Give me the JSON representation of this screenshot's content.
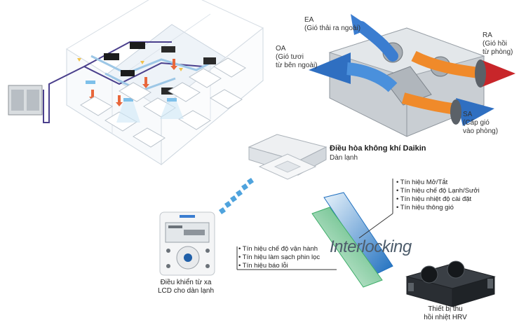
{
  "hrv_top": {
    "ea_code": "EA",
    "ea_desc": "(Gió thải ra ngoài)",
    "oa_code": "OA",
    "oa_desc_1": "(Gió tươi",
    "oa_desc_2": "từ bên ngoài)",
    "ra_code": "RA",
    "ra_desc_1": "(Gió hồi",
    "ra_desc_2": "từ phòng)",
    "sa_code": "SA",
    "sa_desc_1": "(Cấp gió",
    "sa_desc_2": "vào phòng)"
  },
  "indoor_unit": {
    "title": "Điều hòa không khí Daikin",
    "subtitle": "Dàn lạnh"
  },
  "signals_to_hrv": [
    "Tín hiệu Mở/Tắt",
    "Tín hiệu chế độ Lạnh/Sưởi",
    "Tín hiệu nhiệt độ cài đặt",
    "Tín hiệu thông gió"
  ],
  "signals_from_hrv": [
    "Tín hiệu chế độ vận hành",
    "Tín hiệu làm sạch phin lọc",
    "Tín hiệu báo lỗi"
  ],
  "interlock_label": "Interlocking",
  "remote": {
    "caption_1": "Điều khiển từ xa",
    "caption_2": "LCD cho dàn lạnh"
  },
  "hrv_unit": {
    "caption_1": "Thiết bị thu",
    "caption_2": "hồi nhiệt HRV"
  },
  "colors": {
    "blue_arrow": "#2f6fc1",
    "red_arrow": "#c8262a",
    "orange_arrow": "#f08a2a",
    "cyan_flow": "#56b6e8",
    "interlock_blue": "#2c7fc4",
    "interlock_green": "#3fae6a"
  }
}
